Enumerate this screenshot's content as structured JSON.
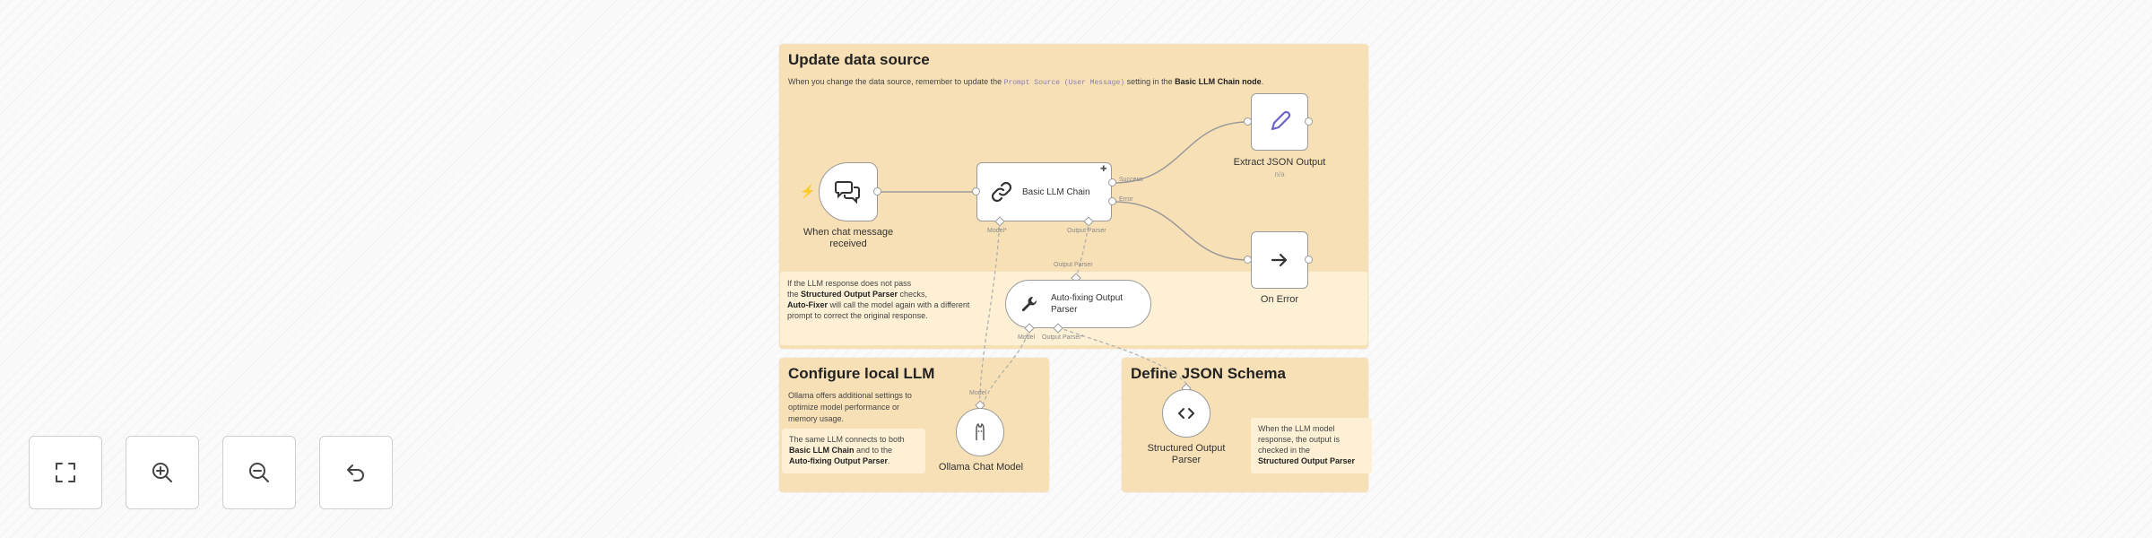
{
  "stickies": {
    "update_data": {
      "title": "Update data source",
      "desc_pre": "When you change the data source, remember to update the ",
      "desc_code": "Prompt Source (User Message)",
      "desc_mid": " setting in the ",
      "desc_bold": "Basic LLM Chain node",
      "desc_end": "."
    },
    "autofix_note": {
      "l1": "If the LLM response does not pass",
      "l2_pre": "the ",
      "l2_bold": "Structured Output Parser",
      "l2_end": " checks,",
      "l3_bold": "Auto-Fixer",
      "l3_end": " will call the model again with a different",
      "l4": "prompt to correct the original response."
    },
    "configure_llm": {
      "title": "Configure local LLM",
      "desc": "Ollama offers additional settings to optimize model performance or memory usage."
    },
    "llm_note": {
      "l1": "The same LLM connects to both",
      "l2_bold": "Basic LLM Chain",
      "l2_end": " and to the",
      "l3_bold": "Auto-fixing Output Parser",
      "l3_end": "."
    },
    "schema": {
      "title": "Define JSON Schema"
    },
    "schema_note": {
      "l1": "When the LLM model",
      "l2": "response, the output is",
      "l3": "checked in the",
      "l4_bold": "Structured Output Parser"
    }
  },
  "nodes": {
    "chat_trigger": {
      "label_l1": "When chat message",
      "label_l2": "received"
    },
    "llm_chain": {
      "label": "Basic LLM Chain",
      "out_success": "Success",
      "out_error": "Error",
      "in_model": "Model*",
      "in_parser": "Output Parser"
    },
    "extract_json": {
      "label": "Extract JSON Output",
      "sub": "n/a"
    },
    "on_error": {
      "label": "On Error"
    },
    "autofix_parser": {
      "label_l1": "Auto-fixing Output",
      "label_l2": "Parser",
      "top_port": "Output Parser",
      "in_model": "Model",
      "in_parser": "Output Parser*"
    },
    "ollama": {
      "label": "Ollama Chat Model",
      "top_port": "Model"
    },
    "structured_parser": {
      "label_l1": "Structured Output",
      "label_l2": "Parser"
    }
  },
  "controls": [
    {
      "name": "fit-view-button",
      "icon": "expand-icon"
    },
    {
      "name": "zoom-in-button",
      "icon": "zoom-in-icon"
    },
    {
      "name": "zoom-out-button",
      "icon": "zoom-out-icon"
    },
    {
      "name": "reset-zoom-button",
      "icon": "undo-icon"
    }
  ],
  "colors": {
    "sticky": "#f8e0b6",
    "note": "#fdf0d4",
    "accent": "#6b62c9",
    "trigger": "#ea4b71"
  }
}
